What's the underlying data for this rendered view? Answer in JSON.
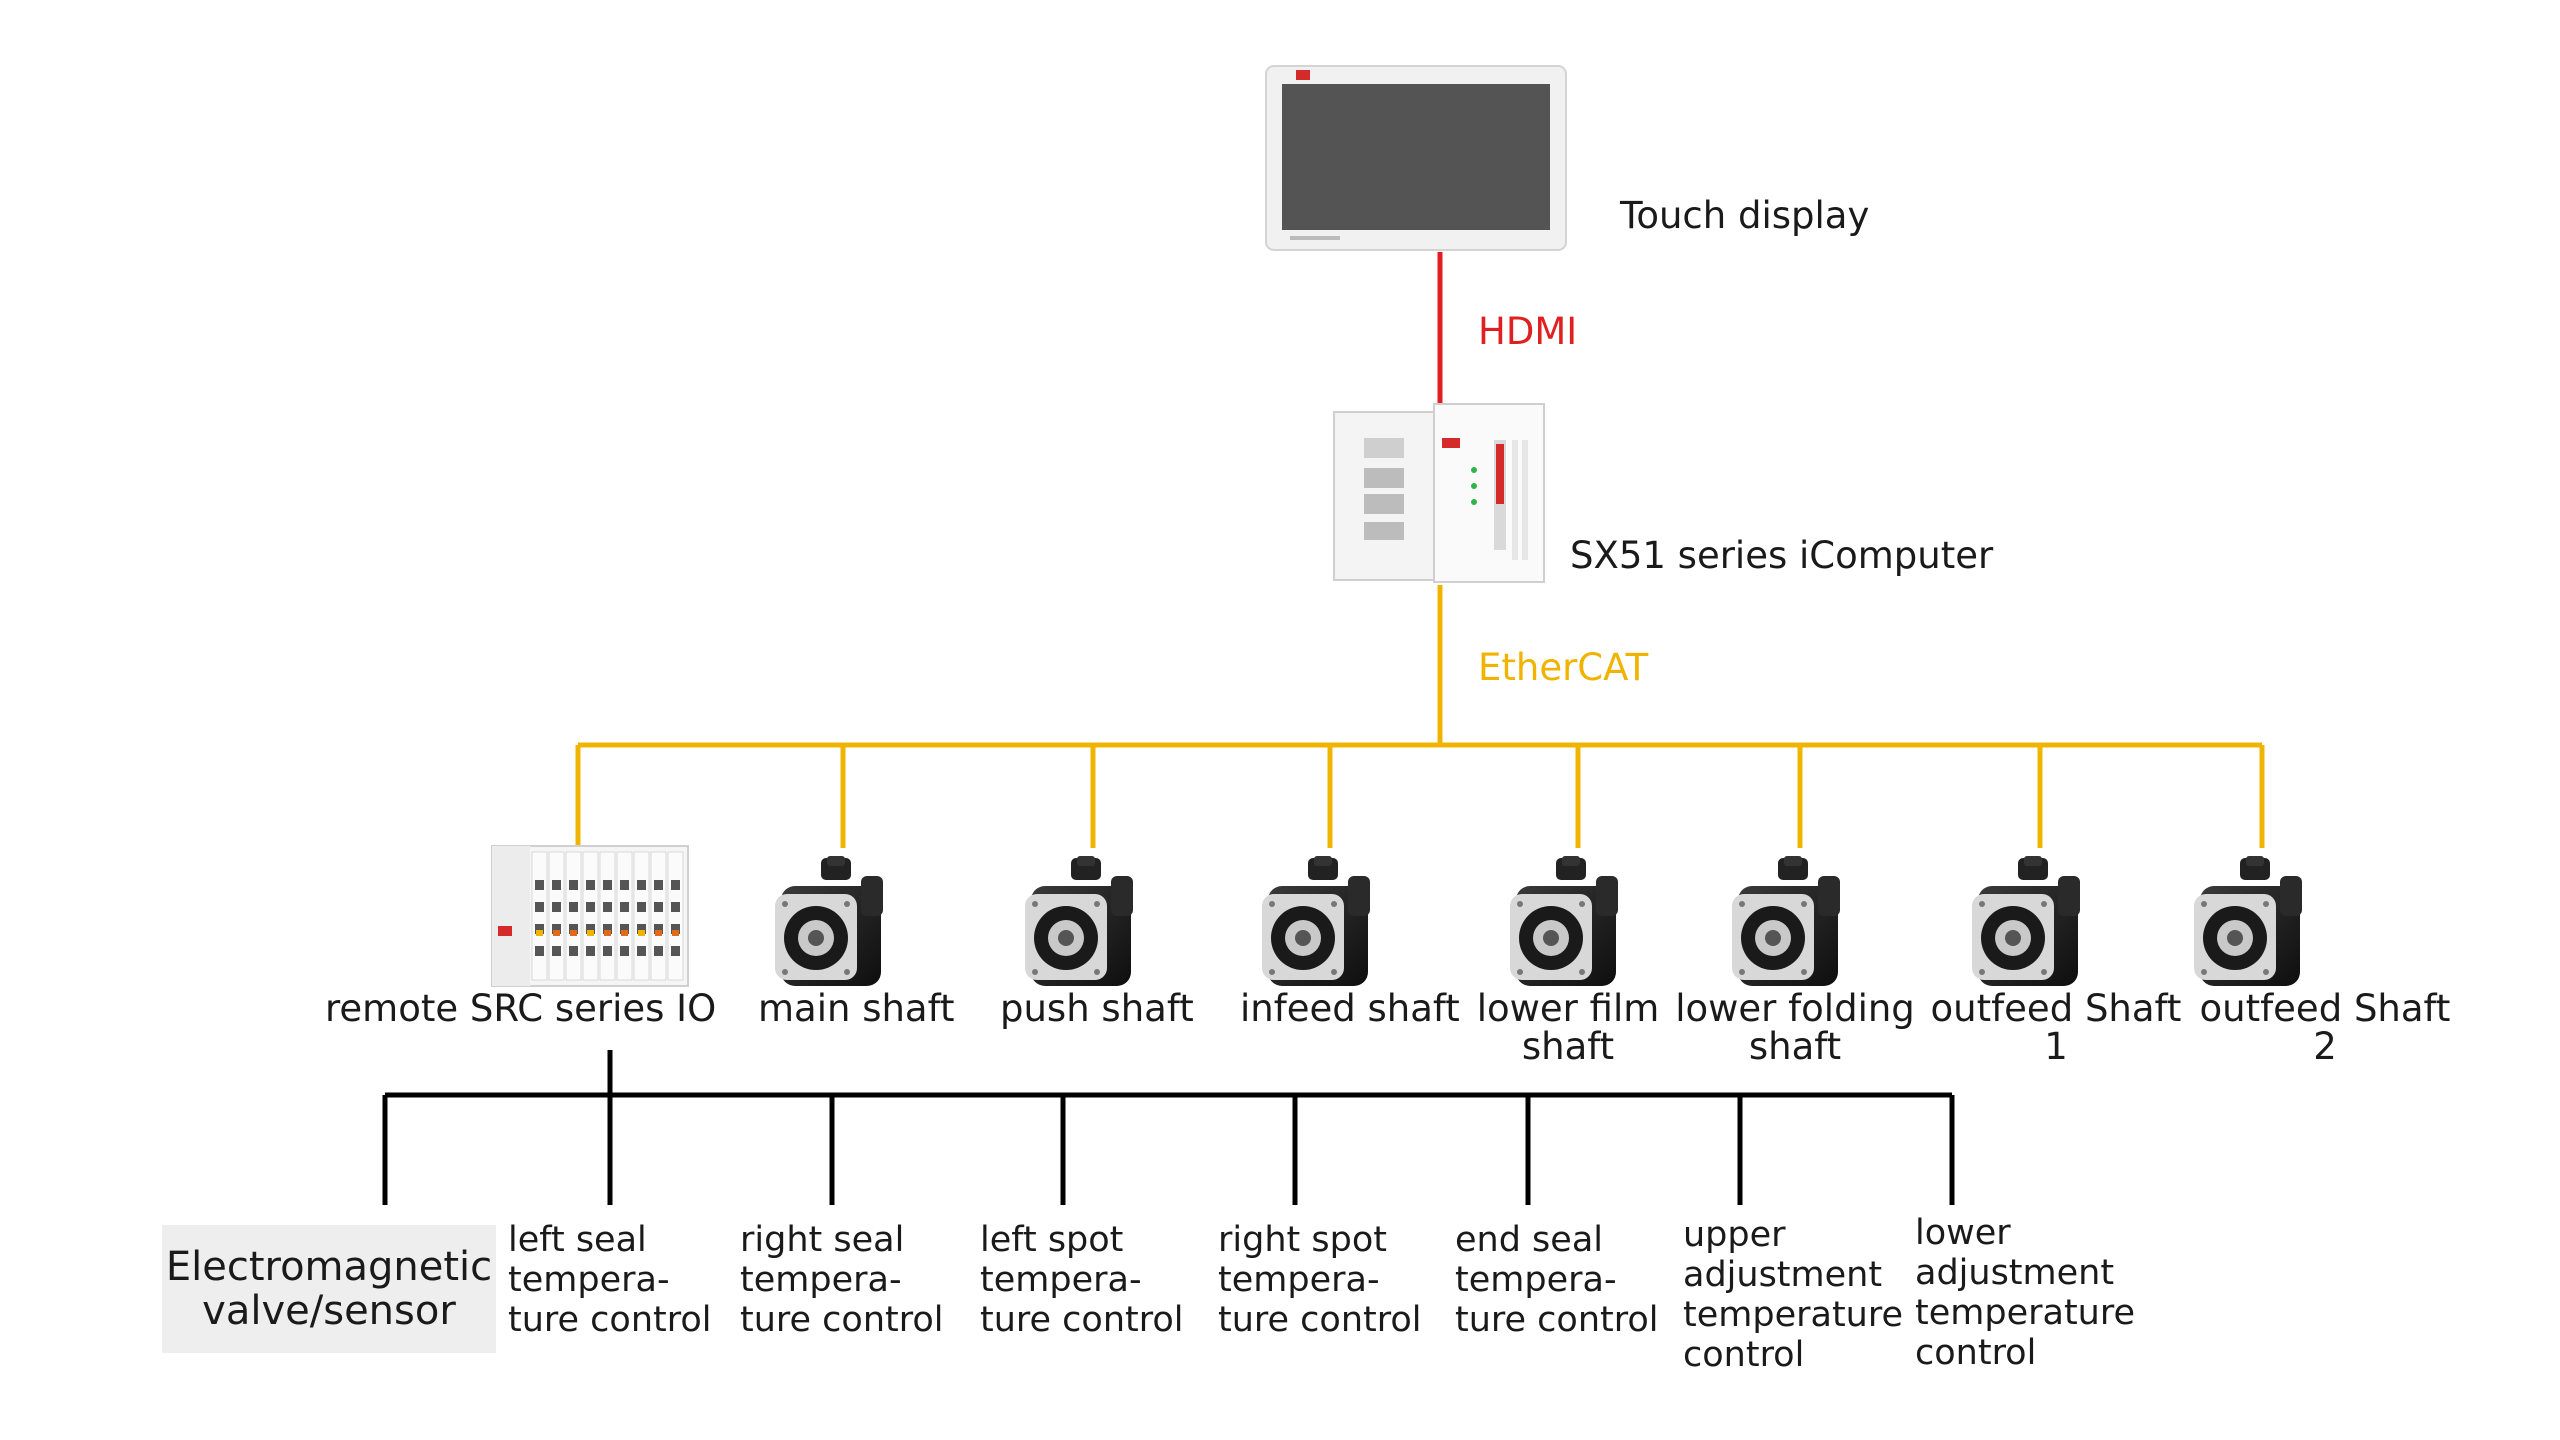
{
  "devices": {
    "display": {
      "label": "Touch display"
    },
    "computer": {
      "label": "SX51 series iComputer"
    }
  },
  "links": {
    "hdmi": {
      "label": "HDMI",
      "color": "#e02020"
    },
    "ethercat": {
      "label": "EtherCAT",
      "color": "#f0b400"
    },
    "io_bus": {
      "color": "#000000"
    }
  },
  "ethercat_nodes": [
    {
      "label": "remote SRC series IO",
      "type": "io-module"
    },
    {
      "label": "main shaft",
      "type": "servo-motor"
    },
    {
      "label": "push shaft",
      "type": "servo-motor"
    },
    {
      "label": "infeed shaft",
      "type": "servo-motor"
    },
    {
      "label": "lower film\nshaft",
      "type": "servo-motor"
    },
    {
      "label": "lower folding\nshaft",
      "type": "servo-motor"
    },
    {
      "label": "outfeed Shaft\n1",
      "type": "servo-motor"
    },
    {
      "label": "outfeed Shaft\n2",
      "type": "servo-motor"
    }
  ],
  "io_outputs": [
    {
      "label": "Electromagnetic\nvalve/sensor"
    },
    {
      "label": "left seal\ntempera-\nture control"
    },
    {
      "label": "right seal\ntempera-\nture control"
    },
    {
      "label": "left spot\ntempera-\nture control"
    },
    {
      "label": "right spot\ntempera-\nture control"
    },
    {
      "label": "end seal\ntempera-\nture control"
    },
    {
      "label": "upper\nadjustment\ntemperature\ncontrol"
    },
    {
      "label": "lower\nadjustment\ntemperature\ncontrol"
    }
  ]
}
